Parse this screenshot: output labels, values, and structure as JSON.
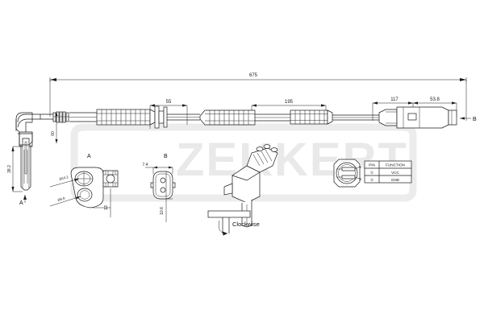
{
  "document": {
    "type": "engineering-drawing",
    "subject": "ABS wheel speed sensor",
    "brand_watermark": "ZEKKERT",
    "background_color": "#ffffff",
    "line_color": "#1a1a1a",
    "watermark_color": "#e9e9e9"
  },
  "dimensions": {
    "overall_length": "675",
    "segment_55": "55",
    "segment_195": "195",
    "segment_117": "117",
    "connector_53_8": "53.8",
    "height_38_2": "38.2",
    "offset_60": "60",
    "bracket_13": "13",
    "hole_large": "Ø10.2",
    "hole_small": "Ø6.8",
    "section_b_width": "7.4",
    "section_b_height": "10.6"
  },
  "section_markers": {
    "a_top": "A",
    "a_bottom": "A",
    "b_left": "B",
    "b_right": "B"
  },
  "notes": {
    "clockwise": "Clockwise"
  },
  "pin_table": {
    "headers": [
      "PIN",
      "FUNCTION"
    ],
    "rows": [
      {
        "pin": "1",
        "pin_glyph": "①",
        "function": "VCC"
      },
      {
        "pin": "2",
        "pin_glyph": "②",
        "function": "GND"
      }
    ]
  },
  "connector_pins": {
    "pin_1_label": "①",
    "pin_2_label": "②"
  }
}
